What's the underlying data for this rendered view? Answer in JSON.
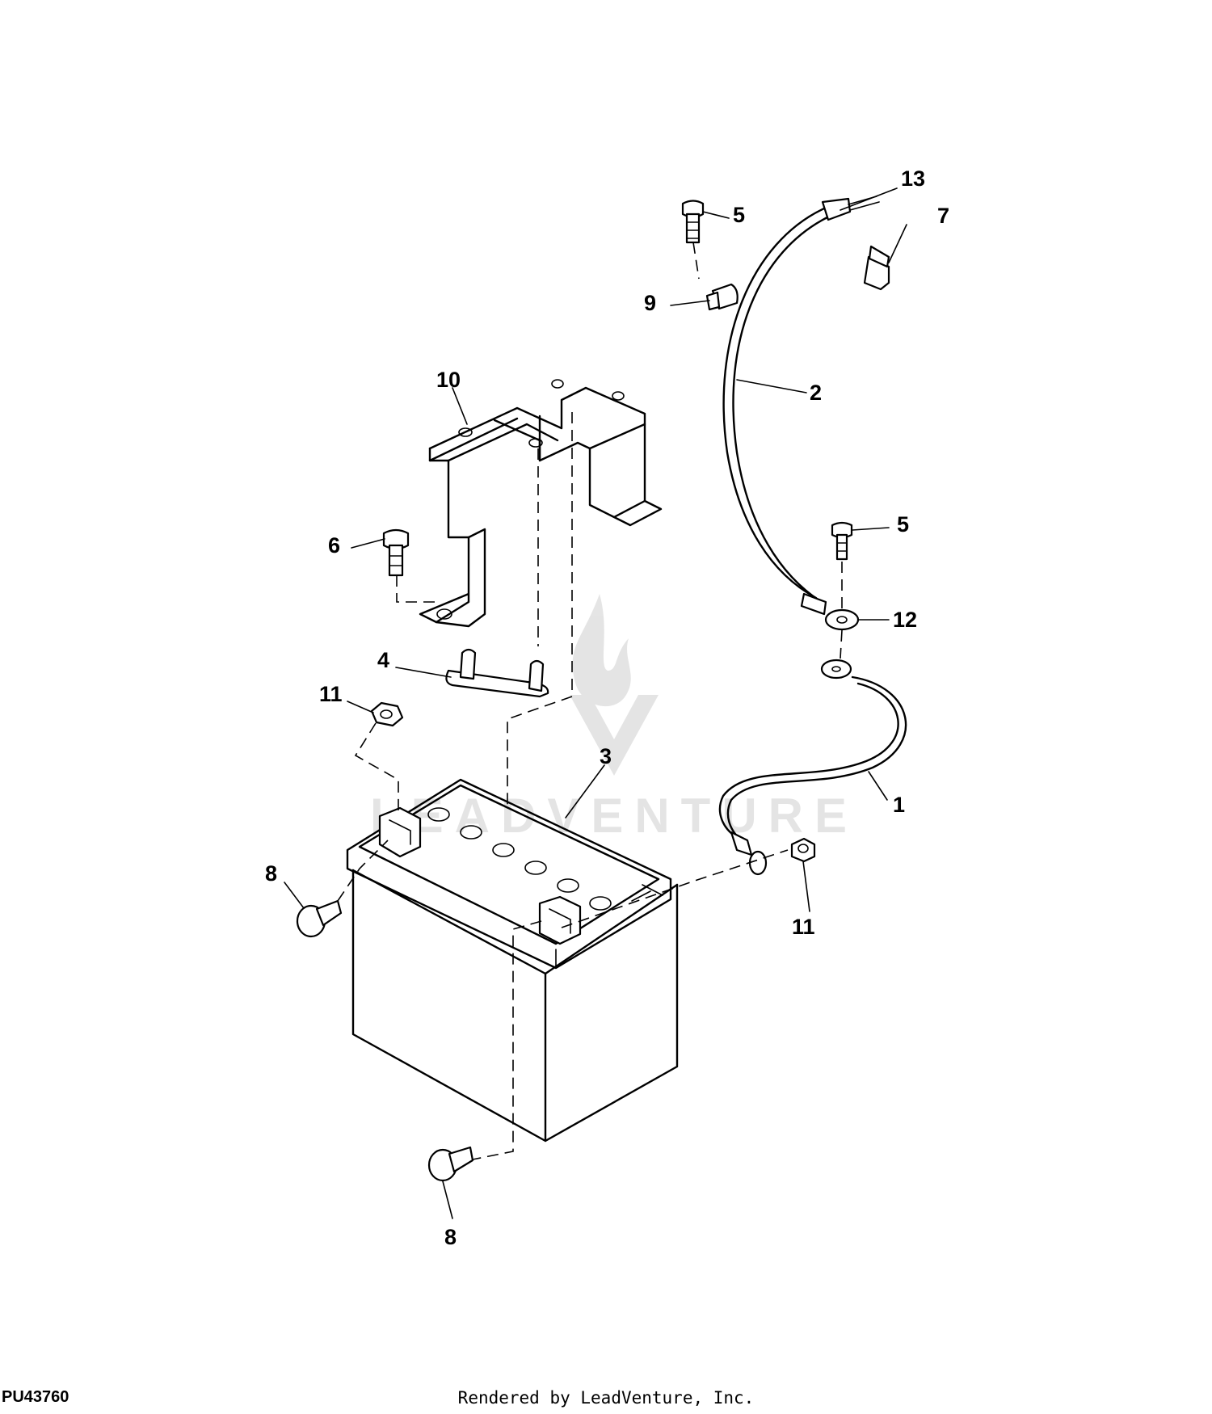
{
  "figure_id": "PU43760",
  "credit": "Rendered by LeadVenture, Inc.",
  "watermark": "LEADVENTURE",
  "callouts": [
    "1",
    "2",
    "3",
    "4",
    "5",
    "5",
    "6",
    "7",
    "8",
    "8",
    "9",
    "10",
    "11",
    "11",
    "12",
    "13"
  ]
}
